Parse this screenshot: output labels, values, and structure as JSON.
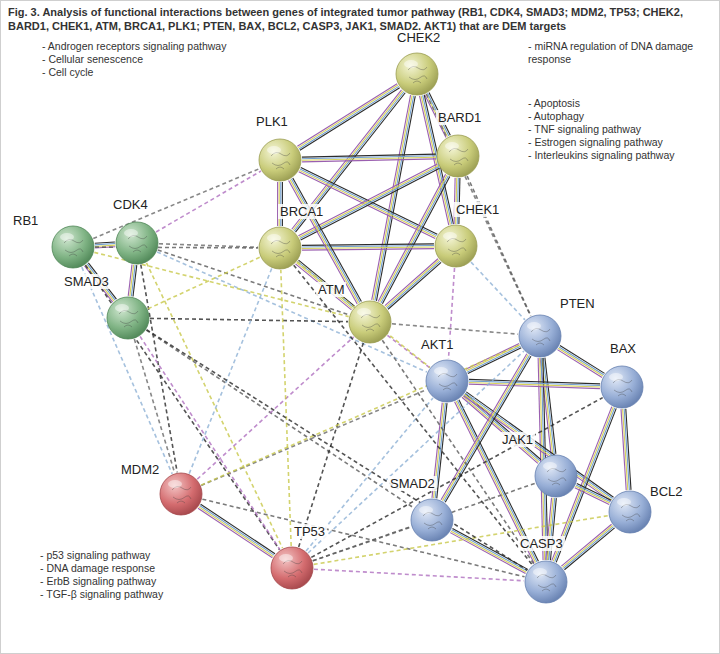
{
  "diagram": {
    "title": "Fig. 3. Analysis of functional interactions between genes of integrated tumor pathway (RB1, CDK4, SMAD3; MDM2, TP53; CHEK2, BARD1, CHEK1, ATM, BRCA1, PLK1; PTEN, BAX, BCL2, CASP3, JAK1, SMAD2, AKT1) that are DEM targets",
    "nodes": [
      {
        "text": [
          "CHEK2"
        ]
      },
      {
        "text": [
          "PLK1"
        ]
      },
      {
        "text": [
          "BARD1"
        ]
      },
      {
        "text": [
          "RB1"
        ]
      },
      {
        "text": [
          "CDK4"
        ]
      },
      {
        "text": [
          "BRCA1"
        ]
      },
      {
        "text": [
          "CHEK1"
        ]
      },
      {
        "text": [
          "SMAD3"
        ]
      },
      {
        "text": [
          "ATM"
        ]
      },
      {
        "text": [
          "PTEN"
        ]
      },
      {
        "text": [
          "AKT1"
        ]
      },
      {
        "text": [
          "BAX"
        ]
      },
      {
        "text": [
          "JAK1"
        ]
      },
      {
        "text": [
          "MDM2"
        ]
      },
      {
        "text": [
          "BCL2"
        ]
      },
      {
        "text": [
          "SMAD2"
        ]
      },
      {
        "text": [
          "TP53"
        ]
      },
      {
        "text": [
          "CASP3"
        ]
      }
    ],
    "edges": [
      {
        "from": 0,
        "to": 2,
        "arrow": "none"
      },
      {
        "from": 0,
        "to": 6,
        "arrow": "none"
      },
      {
        "from": 0,
        "to": 5,
        "arrow": "none"
      },
      {
        "from": 0,
        "to": 8,
        "arrow": "none"
      },
      {
        "from": 0,
        "to": 1,
        "arrow": "none"
      },
      {
        "from": 1,
        "to": 5,
        "arrow": "none"
      },
      {
        "from": 1,
        "to": 6,
        "arrow": "none"
      },
      {
        "from": 1,
        "to": 2,
        "arrow": "none"
      },
      {
        "from": 2,
        "to": 5,
        "arrow": "none"
      },
      {
        "from": 2,
        "to": 6,
        "arrow": "none"
      },
      {
        "from": 2,
        "to": 8,
        "arrow": "none"
      },
      {
        "from": 5,
        "to": 6,
        "arrow": "none"
      },
      {
        "from": 5,
        "to": 8,
        "arrow": "none"
      },
      {
        "from": 6,
        "to": 8,
        "arrow": "none"
      },
      {
        "from": 1,
        "to": 8,
        "arrow": "none"
      },
      {
        "from": 3,
        "to": 4,
        "arrow": "none"
      },
      {
        "from": 3,
        "to": 7,
        "arrow": "none"
      },
      {
        "from": 4,
        "to": 7,
        "arrow": "none"
      },
      {
        "from": 13,
        "to": 16,
        "arrow": "none"
      },
      {
        "from": 9,
        "to": 10,
        "arrow": "none"
      },
      {
        "from": 9,
        "to": 12,
        "arrow": "none"
      },
      {
        "from": 9,
        "to": 17,
        "arrow": "none"
      },
      {
        "from": 9,
        "to": 11,
        "arrow": "none"
      },
      {
        "from": 10,
        "to": 12,
        "arrow": "none"
      },
      {
        "from": 10,
        "to": 15,
        "arrow": "none"
      },
      {
        "from": 10,
        "to": 17,
        "arrow": "none"
      },
      {
        "from": 10,
        "to": 11,
        "arrow": "none"
      },
      {
        "from": 10,
        "to": 14,
        "arrow": "none"
      },
      {
        "from": 11,
        "to": 14,
        "arrow": "none"
      },
      {
        "from": 11,
        "to": 17,
        "arrow": "none"
      },
      {
        "from": 12,
        "to": 17,
        "arrow": "none"
      },
      {
        "from": 12,
        "to": 14,
        "arrow": "none"
      },
      {
        "from": 15,
        "to": 17,
        "arrow": "none"
      },
      {
        "from": 14,
        "to": 17,
        "arrow": "none"
      },
      {
        "from": 9,
        "to": 15,
        "arrow": "none"
      },
      {
        "from": 3,
        "to": 1,
        "arrow": "none"
      },
      {
        "from": 3,
        "to": 5,
        "arrow": "none"
      },
      {
        "from": 3,
        "to": 8,
        "arrow": "none"
      },
      {
        "from": 3,
        "to": 16,
        "arrow": "none"
      },
      {
        "from": 3,
        "to": 13,
        "arrow": "none"
      },
      {
        "from": 4,
        "to": 1,
        "arrow": "none"
      },
      {
        "from": 4,
        "to": 5,
        "arrow": "none"
      },
      {
        "from": 4,
        "to": 8,
        "arrow": "none"
      },
      {
        "from": 4,
        "to": 16,
        "arrow": "none"
      },
      {
        "from": 4,
        "to": 13,
        "arrow": "none"
      },
      {
        "from": 4,
        "to": 10,
        "arrow": "none"
      },
      {
        "from": 7,
        "to": 16,
        "arrow": "none"
      },
      {
        "from": 7,
        "to": 13,
        "arrow": "none"
      },
      {
        "from": 7,
        "to": 15,
        "arrow": "none"
      },
      {
        "from": 7,
        "to": 5,
        "arrow": "none"
      },
      {
        "from": 7,
        "to": 8,
        "arrow": "none"
      },
      {
        "from": 13,
        "to": 5,
        "arrow": "none"
      },
      {
        "from": 13,
        "to": 8,
        "arrow": "none"
      },
      {
        "from": 13,
        "to": 10,
        "arrow": "none"
      },
      {
        "from": 13,
        "to": 17,
        "arrow": "none"
      },
      {
        "from": 16,
        "to": 5,
        "arrow": "none"
      },
      {
        "from": 16,
        "to": 8,
        "arrow": "none"
      },
      {
        "from": 16,
        "to": 10,
        "arrow": "none"
      },
      {
        "from": 16,
        "to": 17,
        "arrow": "none"
      },
      {
        "from": 16,
        "to": 15,
        "arrow": "none"
      },
      {
        "from": 16,
        "to": 12,
        "arrow": "none"
      },
      {
        "from": 16,
        "to": 14,
        "arrow": "none"
      },
      {
        "from": 16,
        "to": 11,
        "arrow": "none"
      },
      {
        "from": 16,
        "to": 9,
        "arrow": "none"
      },
      {
        "from": 8,
        "to": 10,
        "arrow": "none"
      },
      {
        "from": 8,
        "to": 9,
        "arrow": "none"
      },
      {
        "from": 8,
        "to": 17,
        "arrow": "none"
      },
      {
        "from": 5,
        "to": 10,
        "arrow": "none"
      },
      {
        "from": 5,
        "to": 17,
        "arrow": "none"
      },
      {
        "from": 6,
        "to": 9,
        "arrow": "none"
      },
      {
        "from": 6,
        "to": 10,
        "arrow": "none"
      },
      {
        "from": 0,
        "to": 9,
        "arrow": "none"
      },
      {
        "from": 2,
        "to": 9,
        "arrow": "none"
      },
      {
        "from": 13,
        "to": 9,
        "arrow": "none"
      },
      {
        "from": 7,
        "to": 17,
        "arrow": "none"
      }
    ],
    "labels": [
      "- Androgen receptors signaling pathway",
      "- Cellular senescence",
      "- Cell cycle",
      "- miRNA regulation of DNA damage response",
      "- Apoptosis",
      "- Autophagy",
      "- TNF signaling pathway",
      "- Estrogen signaling pathway",
      "- Interleukins signaling pathway",
      "- p53 signaling pathway",
      "- DNA damage response",
      "- ErbB signaling pathway",
      "- TGF-β signaling pathway"
    ]
  }
}
